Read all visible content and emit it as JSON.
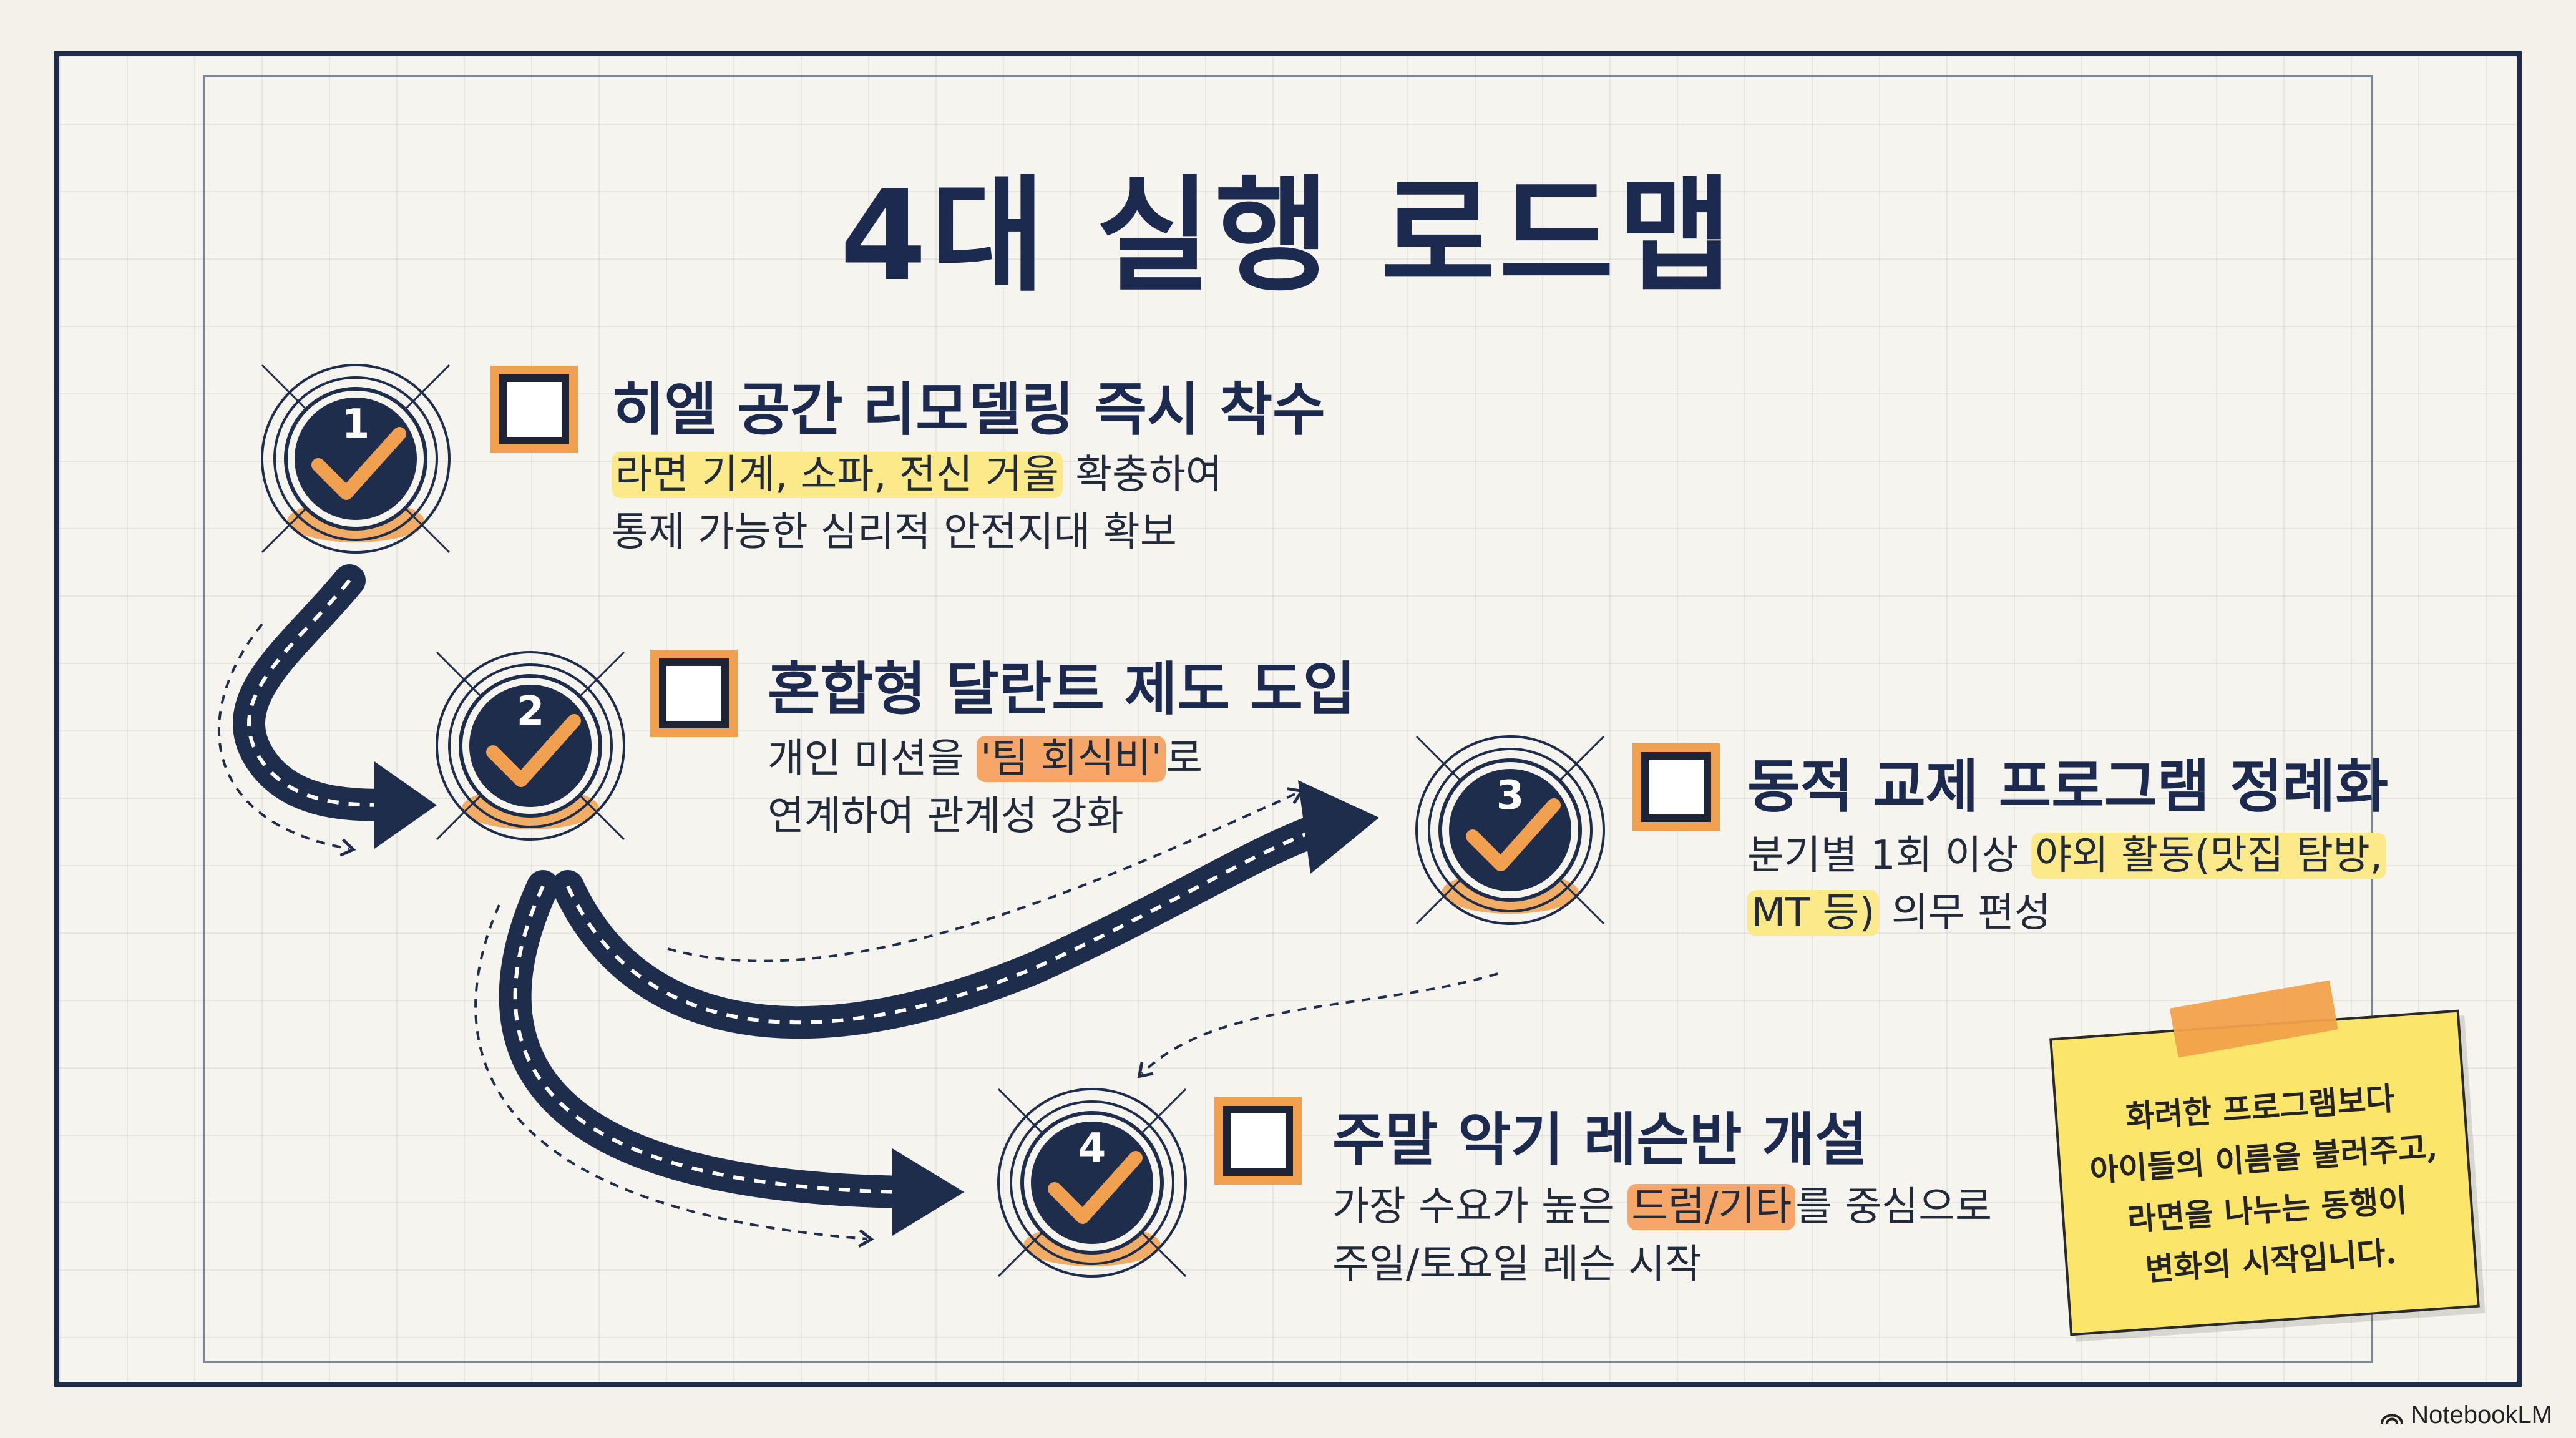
{
  "title": "4대 실행 로드맵",
  "steps": [
    {
      "number": "1",
      "title": "히엘 공간 리모델링 즉시 착수",
      "desc_line1_highlight": "라면 기계, 소파, 전신 거울",
      "desc_line1_rest": " 확충하여",
      "desc_line2": "통제 가능한 심리적 안전지대 확보"
    },
    {
      "number": "2",
      "title": "혼합형 달란트 제도 도입",
      "desc_line1_pre": "개인 미션을 ",
      "desc_line1_highlight": "'팀 회식비'",
      "desc_line1_post": "로",
      "desc_line2": "연계하여 관계성 강화"
    },
    {
      "number": "3",
      "title": "동적 교제 프로그램 정례화",
      "desc_line1_pre": "분기별 1회 이상 ",
      "desc_line1_highlight": "야외 활동(맛집 탐방,",
      "desc_line2_highlight": "MT 등)",
      "desc_line2_post": " 의무 편성"
    },
    {
      "number": "4",
      "title": "주말 악기 레슨반 개설",
      "desc_line1_pre": "가장 수요가 높은 ",
      "desc_line1_highlight": "드럼/기타",
      "desc_line1_post": "를 중심으로",
      "desc_line2": "주일/토요일 레슨 시작"
    }
  ],
  "note": {
    "text": "화려한 프로그램보다\n아이들의 이름을 불러주고,\n라면을 나누는 동행이\n변화의 시작입니다."
  },
  "brand": "NotebookLM",
  "colors": {
    "navy": "#1f2d4d",
    "orange": "#f0a04e",
    "highlight_yellow": "#fbe98a",
    "highlight_orange": "#f7a66a",
    "note_yellow": "#fbe66b"
  }
}
